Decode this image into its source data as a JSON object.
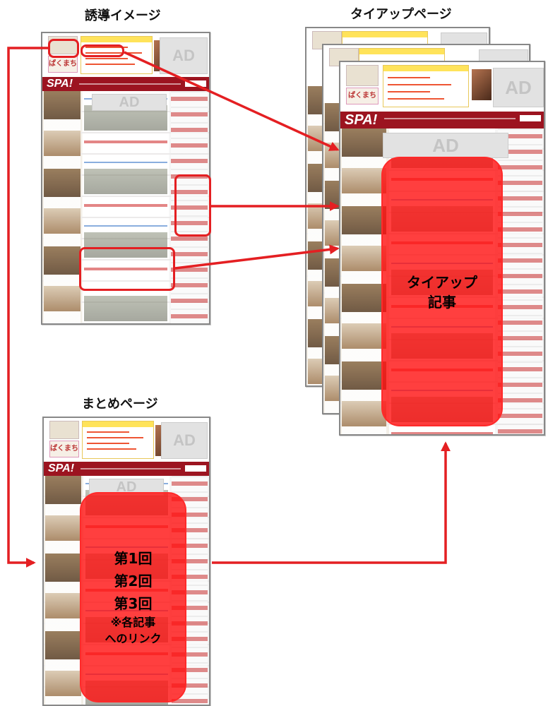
{
  "labels": {
    "induce_title": "誘導イメージ",
    "tieup_title": "タイアップページ",
    "summary_title": "まとめページ"
  },
  "screenshot": {
    "ad_text": "AD",
    "logo_text": "SPA!"
  },
  "overlays": {
    "tieup_article_line1": "タイアップ",
    "tieup_article_line2": "記事",
    "summary_line1": "第1回",
    "summary_line2": "第2回",
    "summary_line3": "第3回",
    "summary_line4": "※各記事",
    "summary_line5": "へのリンク"
  },
  "colors": {
    "arrow": "#e41f22",
    "overlay": "#ff0f0f",
    "nav_bar": "#9c1420",
    "ad_bg": "#e2e2e2"
  }
}
